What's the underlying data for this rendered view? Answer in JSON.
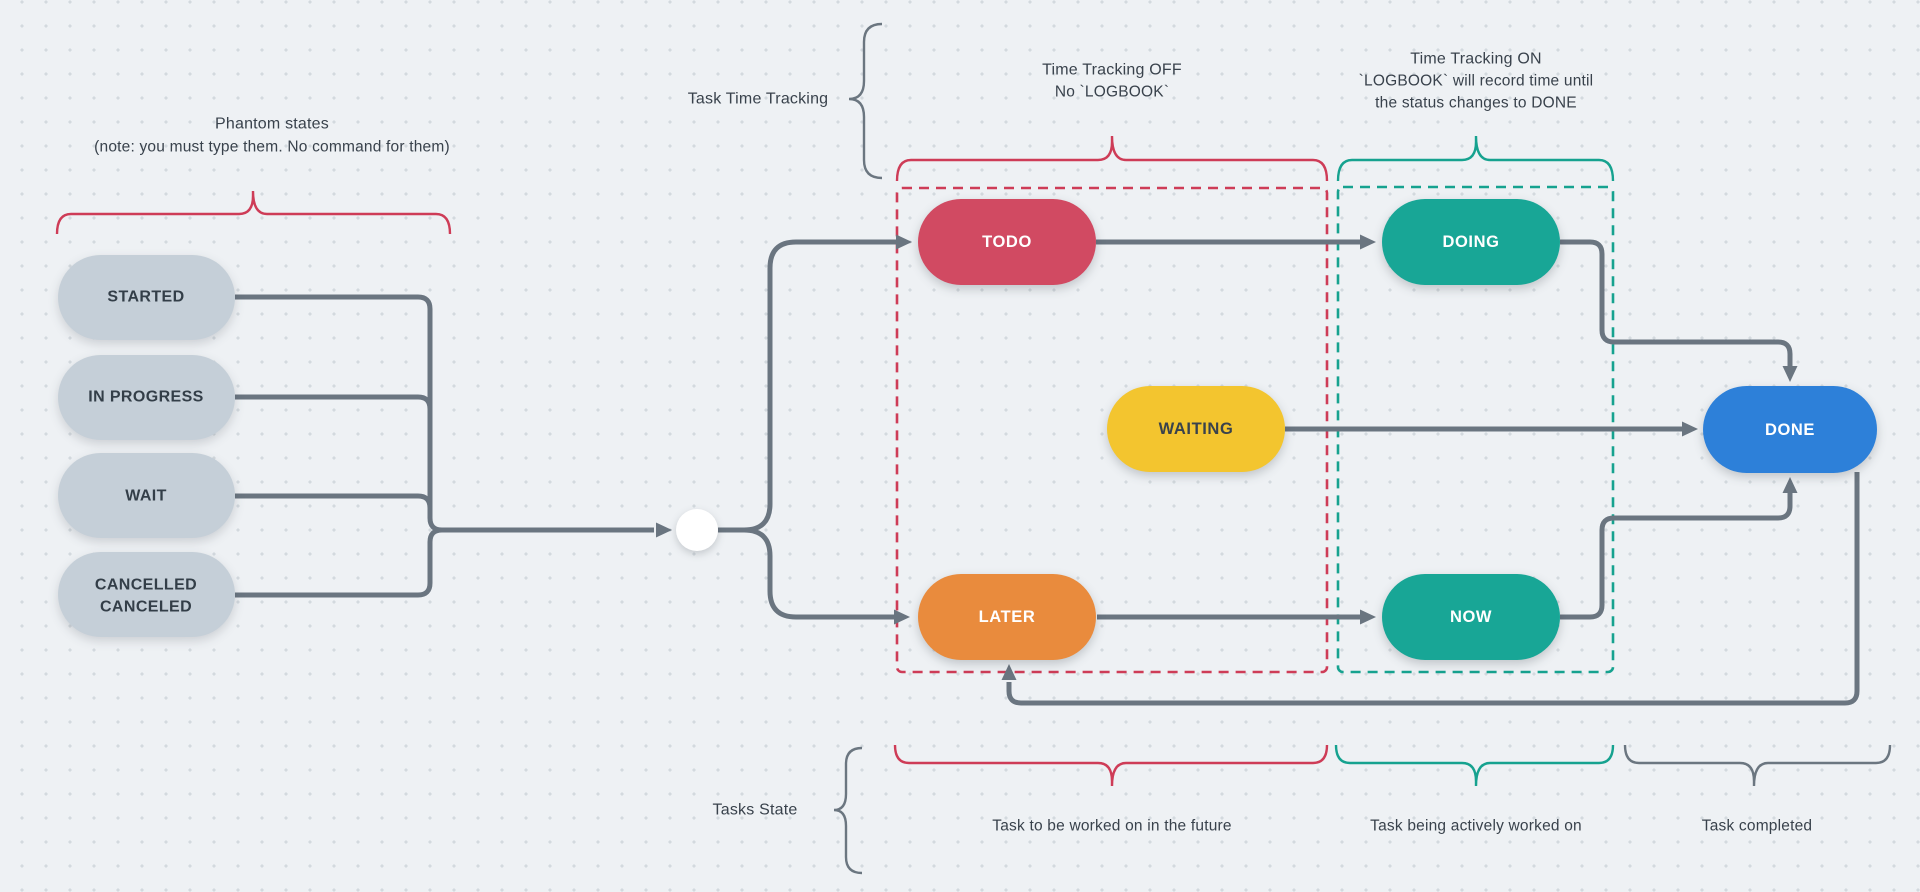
{
  "colors": {
    "bg": "#eef1f4",
    "dot": "#d3d9de",
    "ink": "#39424c",
    "connector": "#6a7580",
    "red": "#ce3c57",
    "teal": "#16a28f",
    "gray-brace": "#6b7680",
    "node-gray": "#c5cfd8",
    "node-gray-text": "#333e48",
    "todo": "#d14a62",
    "later": "#e98b3d",
    "doing": "#18a696",
    "now": "#18a696",
    "waiting": "#f3c52f",
    "waiting-text": "#39424c",
    "done": "#2d80d9",
    "node-text": "#ffffff"
  },
  "phantom": {
    "title": "Phantom states",
    "note": "(note: you must type them. No command for them)",
    "states": [
      "STARTED",
      "IN PROGRESS",
      "WAIT"
    ],
    "cancelled_line1": "CANCELLED",
    "cancelled_line2": "CANCELED"
  },
  "tracking": {
    "brace_label": "Task Time Tracking",
    "off_line1": "Time Tracking OFF",
    "off_line2": "No `LOGBOOK`",
    "on_line1": "Time Tracking ON",
    "on_line2": "`LOGBOOK` will record time until",
    "on_line3": "the status changes to DONE"
  },
  "nodes": {
    "todo": {
      "label": "TODO"
    },
    "later": {
      "label": "LATER"
    },
    "doing": {
      "label": "DOING"
    },
    "now": {
      "label": "NOW"
    },
    "waiting": {
      "label": "WAITING"
    },
    "done": {
      "label": "DONE"
    }
  },
  "footer": {
    "brace_label": "Tasks State",
    "future": "Task to be worked on in the future",
    "active": "Task being actively worked on",
    "completed": "Task completed"
  }
}
